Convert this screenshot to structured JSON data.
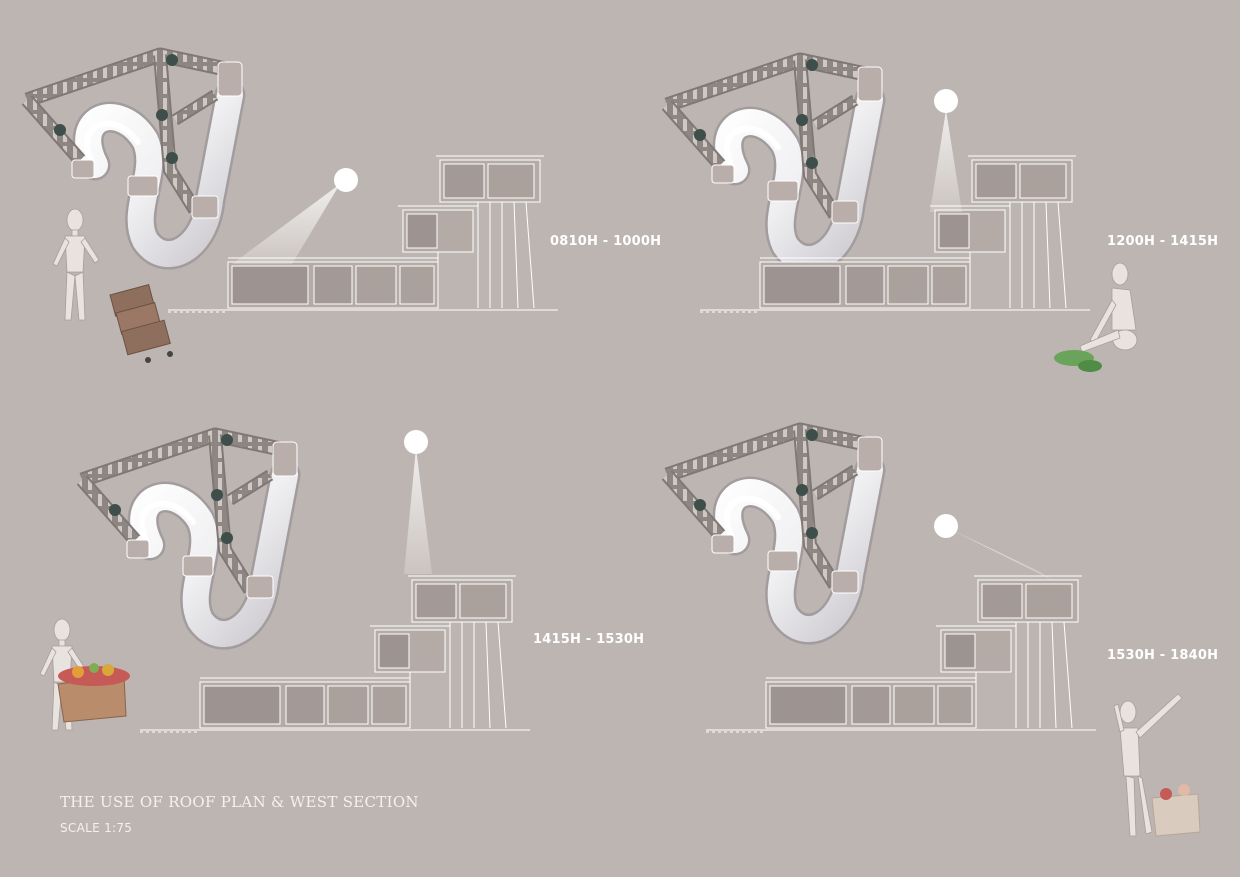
{
  "time_labels": [
    "0810H - 1000H",
    "1200H - 1415H",
    "1415H - 1530H",
    "1530H - 1840H"
  ],
  "caption": {
    "title": "THE USE OF ROOF PLAN & WEST SECTION",
    "scale": "SCALE 1:75"
  },
  "colors": {
    "background": "#bdb5b1",
    "linework": "#ffffff",
    "module_fill": "#b1a8a4",
    "ladder": "#8c8480",
    "ladder_rung": "#cdc6c2",
    "tube": "#f3f3f4",
    "joint": "#3e4e4a",
    "sun": "#ffffff"
  }
}
